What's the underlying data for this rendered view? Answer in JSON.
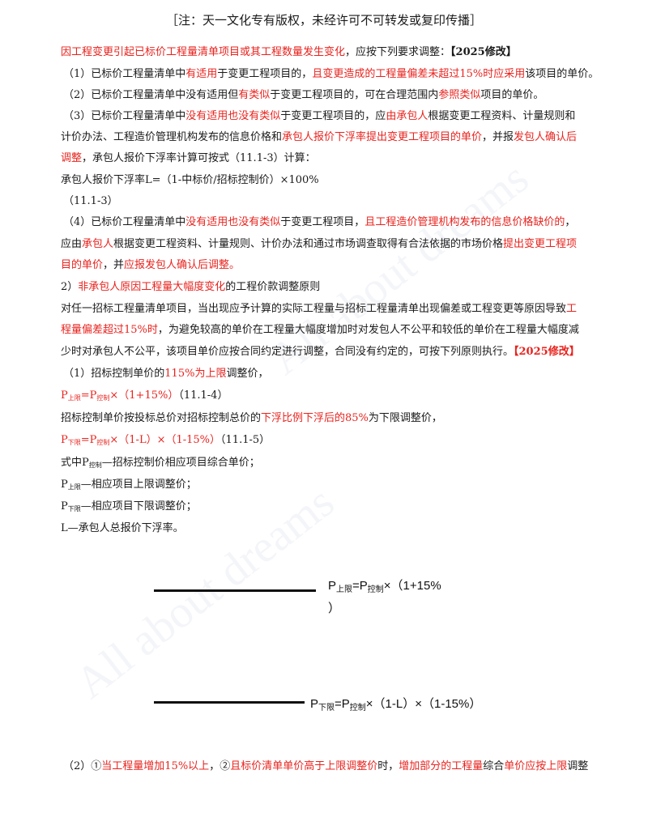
{
  "header": "［注：天一文化专有版权，未经许可不可转发或复印传播］",
  "watermark": "All about dreams",
  "lines": {
    "l1": [
      [
        "因工程变更引起已标价工程量清单项目或其工程数量发生变化",
        "r"
      ],
      [
        "，应按下列要求调整：",
        ""
      ],
      [
        "【2025修改】",
        "b"
      ]
    ],
    "l2": [
      [
        "（1）已标价工程量清单中",
        ""
      ],
      [
        "有适用",
        "r"
      ],
      [
        "于变更工程项目的，",
        ""
      ],
      [
        "且变更造成的工程量偏差未超过15%时应采用",
        "r"
      ],
      [
        "该项目的单价。",
        ""
      ]
    ],
    "l3": [
      [
        "（2）已标价工程量清单中没有适用但",
        ""
      ],
      [
        "有类似",
        "r"
      ],
      [
        "于变更工程项目的，可在合理范围内",
        ""
      ],
      [
        "参照类似",
        "r"
      ],
      [
        "项目的单价。",
        ""
      ]
    ],
    "l4": [
      [
        "（3）已标价工程量清单中",
        ""
      ],
      [
        "没有适用也没有类似",
        "r"
      ],
      [
        "于变更工程项目的，应",
        ""
      ],
      [
        "由承包人",
        "r"
      ],
      [
        "根据变更工程资料、计量规则和",
        ""
      ]
    ],
    "l5": [
      [
        "计价办法、工程造价管理机构发布的信息价格和",
        ""
      ],
      [
        "承包人报价下浮率提出变更工程项目的单价",
        "r"
      ],
      [
        "，并报",
        ""
      ],
      [
        "发包人确认后",
        "r"
      ]
    ],
    "l6": [
      [
        "调整",
        "r"
      ],
      [
        "，承包人报价下浮率计算可按式（11.1-3）计算：",
        ""
      ]
    ],
    "l7": [
      [
        "承包人报价下浮率L=（1-中标价/招标控制价）×100%",
        ""
      ]
    ],
    "l8": [
      [
        "（11.1-3）",
        ""
      ]
    ],
    "l9": [
      [
        "（4）已标价工程量清单中",
        ""
      ],
      [
        "没有适用也没有类似",
        "r"
      ],
      [
        "于变更工程项目，",
        ""
      ],
      [
        "且工程造价管理机构发布的信息价格缺价的",
        "r"
      ],
      [
        "，",
        ""
      ]
    ],
    "l10": [
      [
        "应由",
        ""
      ],
      [
        "承包人",
        "r"
      ],
      [
        "根据变更工程资料、计量规则、计价办法和通过市场调查取得有合法依据的市场价格",
        ""
      ],
      [
        "提出变更工程项",
        "r"
      ]
    ],
    "l11": [
      [
        "目的单价",
        "r"
      ],
      [
        "，并",
        ""
      ],
      [
        "应报发包人确认后调整。",
        "r"
      ]
    ],
    "l12": [
      [
        "2）",
        ""
      ],
      [
        "非承包人原因工程量大幅度变化",
        "r"
      ],
      [
        "的工程价款调整原则",
        ""
      ]
    ],
    "l13": [
      [
        "对任一招标工程量清单项目，当出现应予计算的实际工程量与招标工程量清单出现偏差或工程变更等原因导致",
        ""
      ],
      [
        "工",
        "r"
      ]
    ],
    "l14": [
      [
        "程量偏差超过15%时",
        "r"
      ],
      [
        "，为避免较高的单价在工程量大幅度增加时对发包人不公平和较低的单价在工程量大幅度减",
        ""
      ]
    ],
    "l15": [
      [
        "少时对承包人不公平，该项目单价应按合同约定进行调整，合同没有约定的，可按下列原则执行。",
        ""
      ],
      [
        "【2025修改】",
        "r b"
      ]
    ],
    "l16": [
      [
        "（1）招标控制单价的",
        ""
      ],
      [
        "115%为上限",
        "r"
      ],
      [
        "调整价，",
        ""
      ]
    ],
    "l17": [
      [
        "P",
        "r"
      ],
      [
        "上限",
        "r sub"
      ],
      [
        "=P",
        "r"
      ],
      [
        "控制",
        "r sub"
      ],
      [
        "×（1+15%）",
        "r"
      ],
      [
        "（11.1-4）",
        ""
      ]
    ],
    "l18": [
      [
        "招标控制单价按投标总价对招标控制总价的",
        ""
      ],
      [
        "下浮比例下浮后的85%",
        "r"
      ],
      [
        "为下限调整价，",
        ""
      ]
    ],
    "l19": [
      [
        "P",
        "r"
      ],
      [
        "下限",
        "r sub"
      ],
      [
        "=P",
        "r"
      ],
      [
        "控制",
        "r sub"
      ],
      [
        "×（1-L）×（1-15%）",
        "r"
      ],
      [
        "（11.1-5）",
        ""
      ]
    ],
    "l20": [
      [
        "式中P",
        ""
      ],
      [
        "控制",
        "sub"
      ],
      [
        "—招标控制价相应项目综合单价；",
        ""
      ]
    ],
    "l21": [
      [
        "P",
        ""
      ],
      [
        "上限",
        "sub"
      ],
      [
        "—相应项目上限调整价；",
        ""
      ]
    ],
    "l22": [
      [
        "P",
        ""
      ],
      [
        "下限",
        "sub"
      ],
      [
        "—相应项目下限调整价；",
        ""
      ]
    ],
    "l23": [
      [
        "L—承包人总报价下浮率。",
        ""
      ]
    ],
    "l24": [
      [
        "（2）①",
        ""
      ],
      [
        "当工程量增加15%以上",
        "r"
      ],
      [
        "，②",
        ""
      ],
      [
        "且标价清单单价高于上限调整价",
        "r"
      ],
      [
        "时，",
        ""
      ],
      [
        "增加部分的工程量",
        "r"
      ],
      [
        "综合",
        ""
      ],
      [
        "单价应按上限",
        "r"
      ],
      [
        "调整",
        ""
      ]
    ]
  },
  "formula1": {
    "p1": "P",
    "sub1": "上限",
    "eq": "=P",
    "sub2": "控制",
    "rest": "×（1+15%",
    "close": "）"
  },
  "formula2": {
    "p1": "P",
    "sub1": "下限",
    "eq": "=P",
    "sub2": "控制",
    "rest": "×（1-L）×（1-15%）"
  }
}
